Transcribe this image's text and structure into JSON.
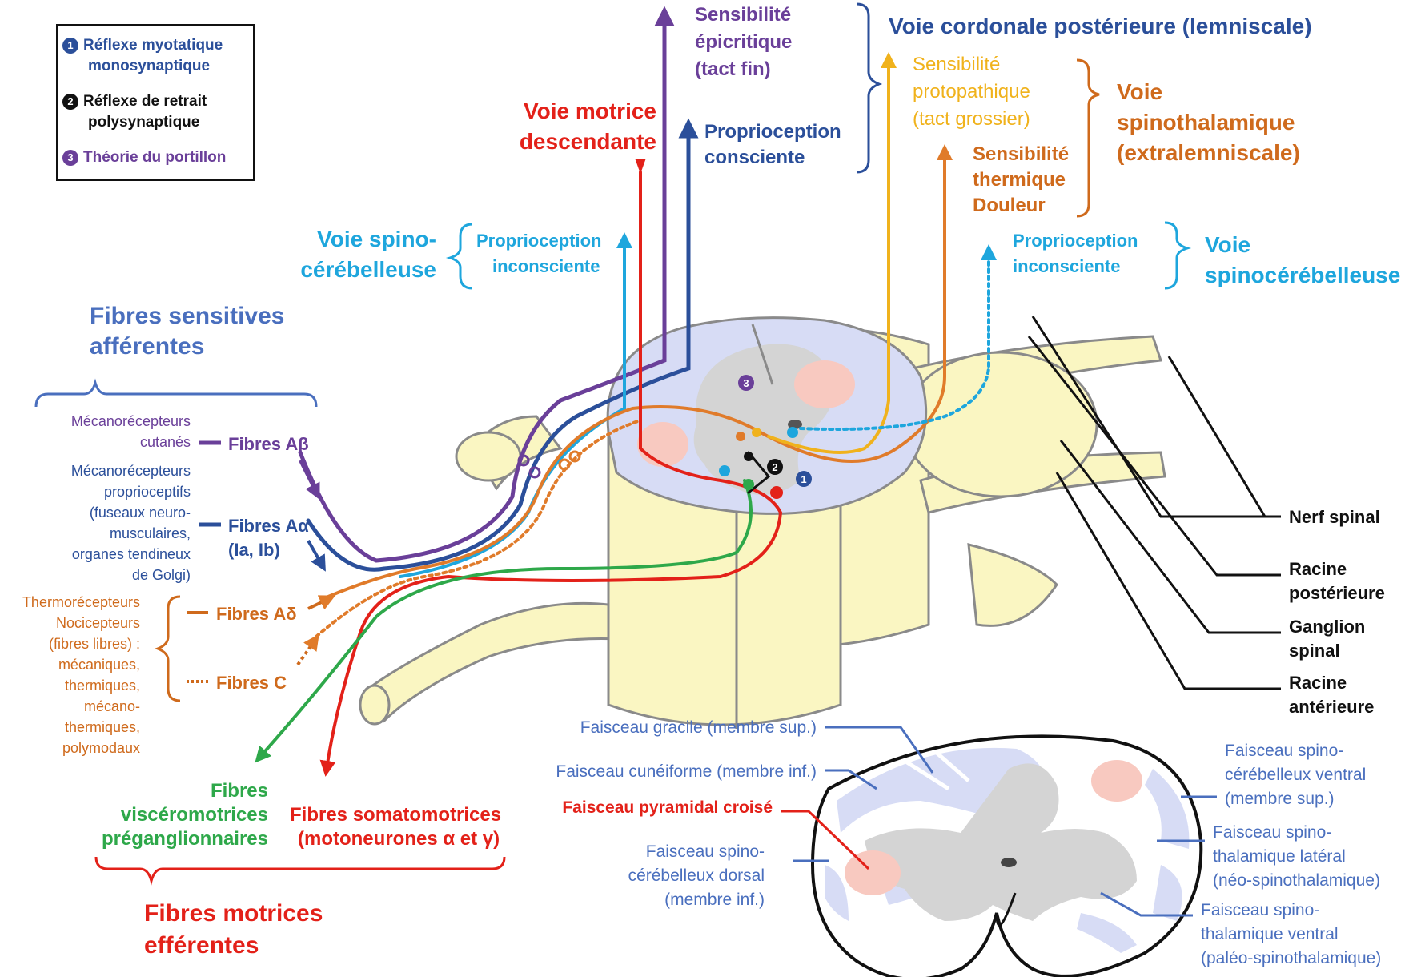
{
  "legend": {
    "items": [
      {
        "num": "1",
        "line1": "Réflexe myotatique",
        "line2": "monosynaptique",
        "color": "#2b4f9a"
      },
      {
        "num": "2",
        "line1": "Réflexe de retrait",
        "line2": "polysynaptique",
        "color": "#111111"
      },
      {
        "num": "3",
        "line1": "Théorie du portillon",
        "line2": "",
        "color": "#6a3f99"
      }
    ]
  },
  "ascending": {
    "epicritique": [
      "Sensibilité",
      "épicritique",
      "(tact fin)"
    ],
    "proprio_consciente": [
      "Proprioception",
      "consciente"
    ],
    "voie_cordonale": "Voie cordonale postérieure (lemniscale)",
    "protopathique": [
      "Sensibilité",
      "protopathique",
      "(tact grossier)"
    ],
    "thermique": [
      "Sensibilité",
      "thermique",
      "Douleur"
    ],
    "voie_spinothalamique": [
      "Voie",
      "spinothalamique",
      "(extralemniscale)"
    ],
    "motrice_descendante": [
      "Voie motrice",
      "descendante"
    ],
    "spino_cereb_left": [
      "Voie spino-",
      "cérébelleuse"
    ],
    "proprio_inconsciente_left": [
      "Proprioception",
      "inconsciente"
    ],
    "proprio_inconsciente_right": [
      "Proprioception",
      "inconsciente"
    ],
    "spino_cereb_right": [
      "Voie",
      "spinocérébelleuse"
    ]
  },
  "afferent": {
    "title": [
      "Fibres sensitives",
      "afférentes"
    ],
    "meca_cutanes": [
      "Mécanorécepteurs",
      "cutanés"
    ],
    "fibres_ab": "Fibres Aβ",
    "meca_proprio": [
      "Mécanorécepteurs",
      "proprioceptifs",
      "(fuseaux neuro-",
      "musculaires,",
      "organes tendineux",
      "de Golgi)"
    ],
    "fibres_aa": [
      "Fibres Aα",
      "(Ia, Ib)"
    ],
    "thermo": [
      "Thermorécepteurs",
      "Nocicepteurs",
      "(fibres libres) :",
      "mécaniques,",
      "thermiques,",
      "mécano-",
      "thermiques,",
      "polymodaux"
    ],
    "fibres_ad": "Fibres Aδ",
    "fibres_c": "Fibres C"
  },
  "efferent": {
    "viscero": [
      "Fibres",
      "viscéromotrices",
      "préganglionnaires"
    ],
    "somato": [
      "Fibres somatomotrices",
      "(motoneurones α et γ)"
    ],
    "title": [
      "Fibres motrices",
      "efférentes"
    ]
  },
  "anatomy": {
    "nerf_spinal": "Nerf spinal",
    "racine_post": [
      "Racine",
      "postérieure"
    ],
    "ganglion": [
      "Ganglion",
      "spinal"
    ],
    "racine_ant": [
      "Racine",
      "antérieure"
    ]
  },
  "section": {
    "gracile": "Faisceau gracile (membre sup.)",
    "cuneiforme": "Faisceau cunéiforme (membre inf.)",
    "pyramidal": "Faisceau pyramidal croisé",
    "spino_dorsal": [
      "Faisceau spino-",
      "cérébelleux dorsal",
      "(membre inf.)"
    ],
    "spino_ventral": [
      "Faisceau spino-",
      "cérébelleux ventral",
      "(membre sup.)"
    ],
    "spino_lateral": [
      "Faisceau spino-",
      "thalamique latéral",
      "(néo-spinothalamique)"
    ],
    "spino_thal_ventral": [
      "Faisceau spino-",
      "thalamique ventral",
      "(paléo-spinothalamique)"
    ]
  },
  "colors": {
    "purple": "#6a3f99",
    "navy": "#2b4f9a",
    "lightblue": "#1ea6dd",
    "orange": "#e07b2a",
    "yellow": "#f0b21c",
    "red": "#e32119",
    "green": "#2ea84a",
    "text_blue": "#4a6fbe",
    "brown_orange": "#cf6a1c"
  }
}
